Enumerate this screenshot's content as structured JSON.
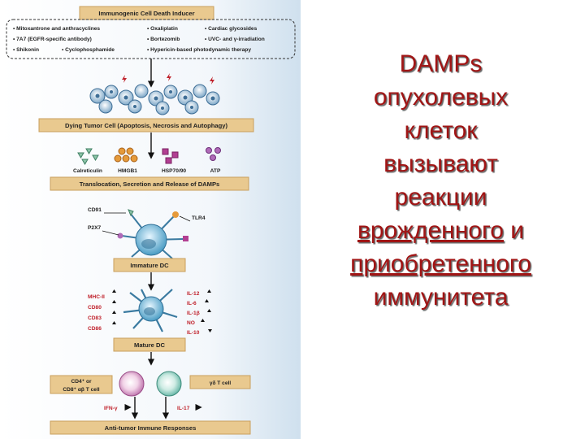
{
  "diagram": {
    "inducer_title": "Immunogenic Cell Death Inducer",
    "inducers": [
      "• Mitoxantrone and anthracyclines",
      "• Oxaliplatin",
      "• Cardiac glycosides",
      "• 7A7 (EGFR-specific antibody)",
      "• Bortezomib",
      "• UVC- and γ-irradiation",
      "• Shikonin",
      "• Cyclophosphamide",
      "• Hypericin-based photodynamic therapy"
    ],
    "dying_cell_label": "Dying Tumor Cell (Apoptosis, Necrosis and Autophagy)",
    "damps": [
      "Calreticulin",
      "HMGB1",
      "HSP70/90",
      "ATP"
    ],
    "translocation_label": "Translocation, Secretion and Release of DAMPs",
    "receptors": [
      "CD91",
      "P2X7",
      "TLR4"
    ],
    "immature_dc_label": "Immature DC",
    "markers_left": [
      "MHC-II",
      "CD80",
      "CD83",
      "CD86"
    ],
    "markers_right": [
      "IL-12",
      "IL-6",
      "IL-1β",
      "NO",
      "IL-10"
    ],
    "mature_dc_label": "Mature DC",
    "tcell_left": [
      "CD4⁺ or",
      "CD8⁺ αβ T cell"
    ],
    "tcell_right": "γδ T cell",
    "cytokine_left": "IFN-γ",
    "cytokine_right": "IL-17",
    "final_label": "Anti-tumor Immune Responses"
  },
  "slide_text": {
    "line1": "DAMPs",
    "line2": "опухолевых",
    "line3": "клеток",
    "line4": "вызывают",
    "line5": "реакции",
    "line6_underlined": "врожденного",
    "line6_rest": " и",
    "line7_underlined": "приобретенного",
    "line8": "иммунитета"
  },
  "colors": {
    "box_fill": "#e9c98f",
    "marker_red": "#c0212b",
    "text_red": "#a01515",
    "dc_blue": "#5aa6c8",
    "tcell_pink": "#d6a0c8",
    "tcell_green": "#9fd4c8"
  }
}
